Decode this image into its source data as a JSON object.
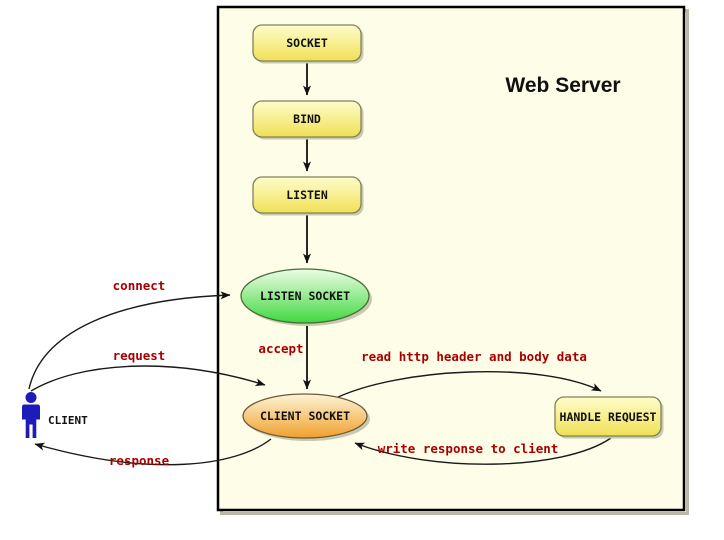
{
  "diagram": {
    "title": "Web Server",
    "nodes": {
      "socket": "SOCKET",
      "bind": "BIND",
      "listen": "LISTEN",
      "listen_socket": "LISTEN SOCKET",
      "client_socket": "CLIENT SOCKET",
      "handle_request": "HANDLE REQUEST",
      "client": "CLIENT"
    },
    "edges": {
      "connect": "connect",
      "request": "request",
      "response": "response",
      "accept": "accept",
      "read": "read http header and body data",
      "write": "write response to client"
    },
    "colors": {
      "page_background": "#FFFFFF",
      "server_background": "#FDFDE8",
      "server_border": "#000000",
      "box_gradient_top": "#FEFDCB",
      "box_gradient_bottom": "#F0E055",
      "box_border": "#82825A",
      "green_gradient_top": "#EDFDE4",
      "green_gradient_bottom": "#3FD83F",
      "green_border": "#4A6B3A",
      "orange_gradient_top": "#FCF4D6",
      "orange_gradient_bottom": "#F0A02C",
      "orange_border": "#6B5A3A",
      "edge_label_color": "#A80000",
      "client_figure_color": "#1C1CB8",
      "arrow_color": "#111111"
    }
  }
}
